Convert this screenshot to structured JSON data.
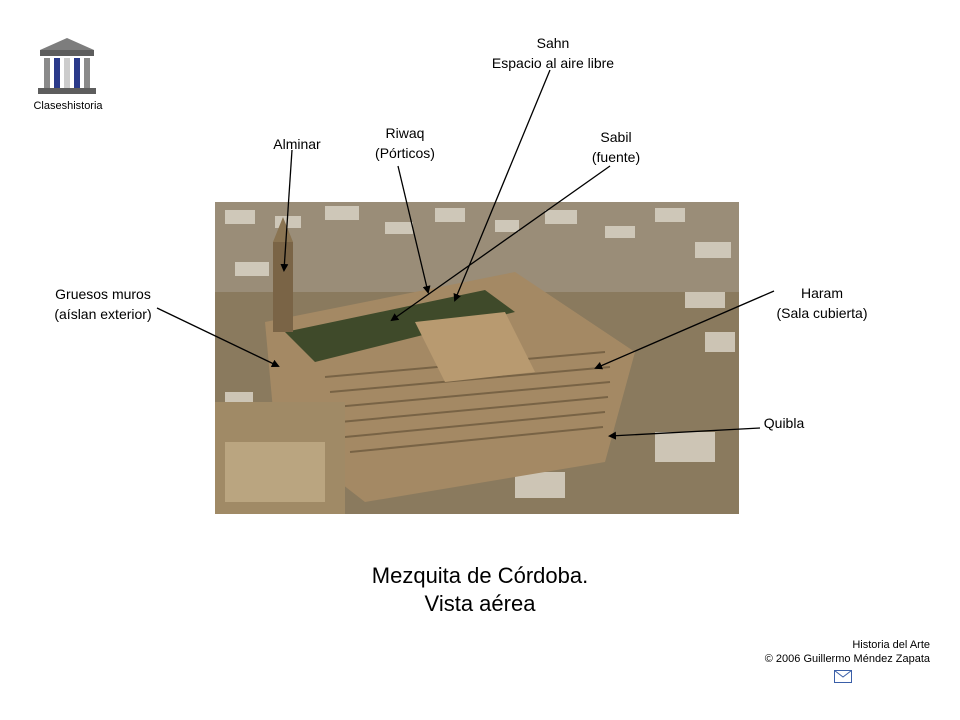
{
  "header": {
    "logo_icon": "greek-temple-icon",
    "brand": "Claseshistoria"
  },
  "labels": {
    "sahn": "Sahn",
    "sahn_sub": "Espacio al aire libre",
    "riwaq": "Riwaq",
    "riwaq_sub": "(Pórticos)",
    "sabil": "Sabil",
    "sabil_sub": "(fuente)",
    "alminar": "Alminar",
    "gruesos": "Gruesos muros",
    "gruesos_sub": "(aíslan exterior)",
    "haram": "Haram",
    "haram_sub": "(Sala cubierta)",
    "quibla": "Quibla"
  },
  "caption": {
    "line1": "Mezquita de Córdoba.",
    "line2": "Vista aérea"
  },
  "footer": {
    "line1": "Historia del Arte",
    "line2": "© 2006 Guillermo Méndez Zapata",
    "mail_icon": "envelope-icon"
  },
  "colors": {
    "text": "#000000",
    "photo_base": "#8a7a5e",
    "roof": "#a48964",
    "greenery": "#3f4a2a"
  }
}
